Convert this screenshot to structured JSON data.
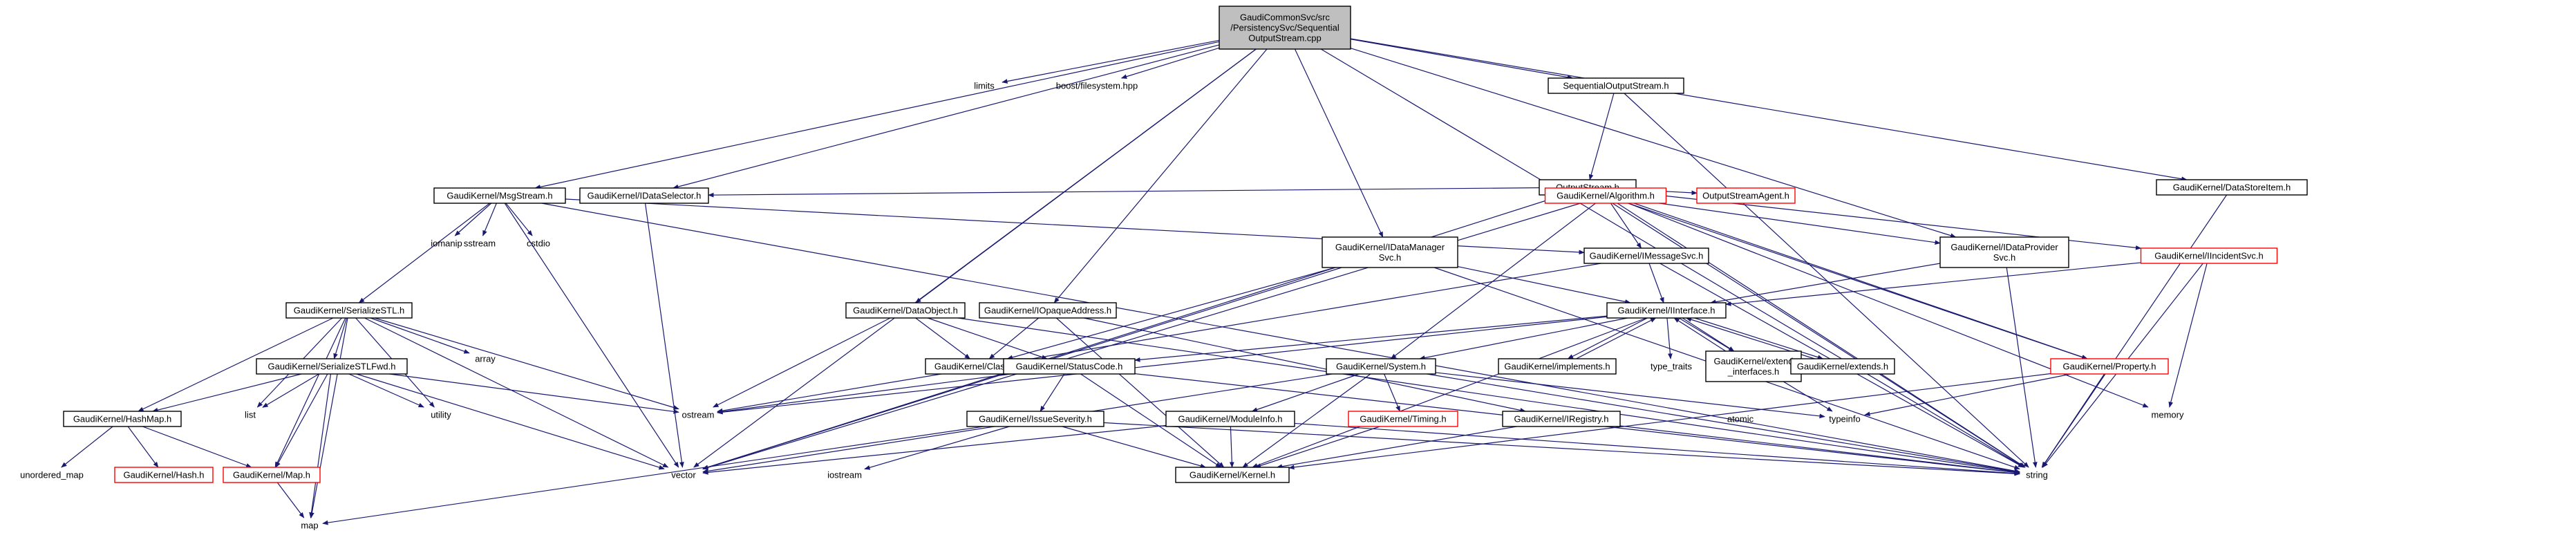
{
  "colors": {
    "edge": "#191970",
    "box_border": "#000000",
    "box_fill": "#ffffff",
    "root_fill": "#bfbfbf",
    "missing_text": "#bfbfbf",
    "red_border": "#ff0000",
    "text": "#000000"
  },
  "nodes": [
    {
      "id": "root",
      "lines": [
        "GaudiCommonSvc/src",
        "/PersistencySvc/Sequential",
        "OutputStream.cpp"
      ],
      "style": "root"
    },
    {
      "id": "limits",
      "lines": [
        "limits"
      ],
      "style": "missing"
    },
    {
      "id": "boostfs",
      "lines": [
        "boost/filesystem.hpp"
      ],
      "style": "missing"
    },
    {
      "id": "seqout",
      "lines": [
        "SequentialOutputStream.h"
      ],
      "style": "normal"
    },
    {
      "id": "dsitem",
      "lines": [
        "GaudiKernel/DataStoreItem.h"
      ],
      "style": "normal"
    },
    {
      "id": "outstream",
      "lines": [
        "OutputStream.h"
      ],
      "style": "normal"
    },
    {
      "id": "msgstream",
      "lines": [
        "GaudiKernel/MsgStream.h"
      ],
      "style": "normal"
    },
    {
      "id": "idatasel",
      "lines": [
        "GaudiKernel/IDataSelector.h"
      ],
      "style": "normal"
    },
    {
      "id": "algorithm",
      "lines": [
        "GaudiKernel/Algorithm.h"
      ],
      "style": "red"
    },
    {
      "id": "osagent",
      "lines": [
        "OutputStreamAgent.h"
      ],
      "style": "red"
    },
    {
      "id": "iomanip",
      "lines": [
        "iomanip"
      ],
      "style": "missing"
    },
    {
      "id": "sstream",
      "lines": [
        "sstream"
      ],
      "style": "missing"
    },
    {
      "id": "cstdio",
      "lines": [
        "cstdio"
      ],
      "style": "missing"
    },
    {
      "id": "idatamgr",
      "lines": [
        "GaudiKernel/IDataManager",
        "Svc.h"
      ],
      "style": "normal"
    },
    {
      "id": "imsgsvc",
      "lines": [
        "GaudiKernel/IMessageSvc.h"
      ],
      "style": "normal"
    },
    {
      "id": "idataprov",
      "lines": [
        "GaudiKernel/IDataProvider",
        "Svc.h"
      ],
      "style": "normal"
    },
    {
      "id": "iincident",
      "lines": [
        "GaudiKernel/IIncidentSvc.h"
      ],
      "style": "red"
    },
    {
      "id": "serstl",
      "lines": [
        "GaudiKernel/SerializeSTL.h"
      ],
      "style": "normal"
    },
    {
      "id": "dataobj",
      "lines": [
        "GaudiKernel/DataObject.h"
      ],
      "style": "normal"
    },
    {
      "id": "iopaque",
      "lines": [
        "GaudiKernel/IOpaqueAddress.h"
      ],
      "style": "normal"
    },
    {
      "id": "iinterface",
      "lines": [
        "GaudiKernel/IInterface.h"
      ],
      "style": "normal"
    },
    {
      "id": "array",
      "lines": [
        "array"
      ],
      "style": "missing"
    },
    {
      "id": "serstlfwd",
      "lines": [
        "GaudiKernel/SerializeSTLFwd.h"
      ],
      "style": "normal"
    },
    {
      "id": "classid",
      "lines": [
        "GaudiKernel/ClassID.h"
      ],
      "style": "normal"
    },
    {
      "id": "statuscode",
      "lines": [
        "GaudiKernel/StatusCode.h"
      ],
      "style": "normal"
    },
    {
      "id": "system",
      "lines": [
        "GaudiKernel/System.h"
      ],
      "style": "normal"
    },
    {
      "id": "implements",
      "lines": [
        "GaudiKernel/implements.h"
      ],
      "style": "normal"
    },
    {
      "id": "typetraits",
      "lines": [
        "type_traits"
      ],
      "style": "missing"
    },
    {
      "id": "extendif",
      "lines": [
        "GaudiKernel/extend",
        "_interfaces.h"
      ],
      "style": "normal"
    },
    {
      "id": "extends",
      "lines": [
        "GaudiKernel/extends.h"
      ],
      "style": "normal"
    },
    {
      "id": "property",
      "lines": [
        "GaudiKernel/Property.h"
      ],
      "style": "red"
    },
    {
      "id": "list",
      "lines": [
        "list"
      ],
      "style": "missing"
    },
    {
      "id": "utility",
      "lines": [
        "utility"
      ],
      "style": "missing"
    },
    {
      "id": "ostream",
      "lines": [
        "ostream"
      ],
      "style": "missing"
    },
    {
      "id": "memory",
      "lines": [
        "memory"
      ],
      "style": "missing"
    },
    {
      "id": "hashmap",
      "lines": [
        "GaudiKernel/HashMap.h"
      ],
      "style": "normal"
    },
    {
      "id": "iseverity",
      "lines": [
        "GaudiKernel/IssueSeverity.h"
      ],
      "style": "normal"
    },
    {
      "id": "moduleinfo",
      "lines": [
        "GaudiKernel/ModuleInfo.h"
      ],
      "style": "normal"
    },
    {
      "id": "timing",
      "lines": [
        "GaudiKernel/Timing.h"
      ],
      "style": "red"
    },
    {
      "id": "iregistry",
      "lines": [
        "GaudiKernel/IRegistry.h"
      ],
      "style": "normal"
    },
    {
      "id": "atomic",
      "lines": [
        "atomic"
      ],
      "style": "missing"
    },
    {
      "id": "typeinfo",
      "lines": [
        "typeinfo"
      ],
      "style": "missing"
    },
    {
      "id": "unordered",
      "lines": [
        "unordered_map"
      ],
      "style": "missing"
    },
    {
      "id": "hash",
      "lines": [
        "GaudiKernel/Hash.h"
      ],
      "style": "red"
    },
    {
      "id": "mapH",
      "lines": [
        "GaudiKernel/Map.h"
      ],
      "style": "red"
    },
    {
      "id": "vector",
      "lines": [
        "vector"
      ],
      "style": "missing"
    },
    {
      "id": "iostream",
      "lines": [
        "iostream"
      ],
      "style": "missing"
    },
    {
      "id": "kernel",
      "lines": [
        "GaudiKernel/Kernel.h"
      ],
      "style": "normal"
    },
    {
      "id": "string",
      "lines": [
        "string"
      ],
      "style": "missing"
    },
    {
      "id": "map",
      "lines": [
        "map"
      ],
      "style": "missing"
    }
  ]
}
